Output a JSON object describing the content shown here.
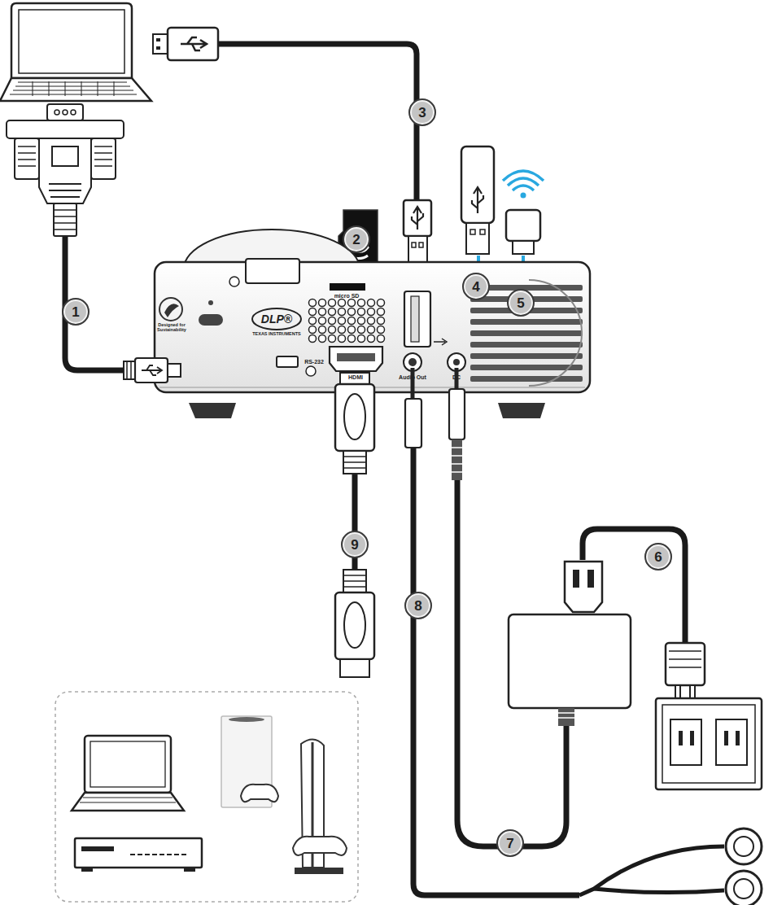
{
  "diagram": {
    "nodes": [
      {
        "text": [
          "1"
        ]
      },
      {
        "text": [
          "2"
        ]
      },
      {
        "text": [
          "3"
        ]
      },
      {
        "text": [
          "4"
        ]
      },
      {
        "text": [
          "5"
        ]
      },
      {
        "text": [
          "6"
        ]
      },
      {
        "text": [
          "7"
        ]
      },
      {
        "text": [
          "8"
        ]
      },
      {
        "text": [
          "9"
        ]
      }
    ],
    "labels": [
      "micro SD",
      "RS-232",
      "HDMI",
      "Audio Out",
      "DC",
      "DLP®",
      "TEXAS INSTRUMENTS",
      "Designed for Sustainability"
    ]
  }
}
